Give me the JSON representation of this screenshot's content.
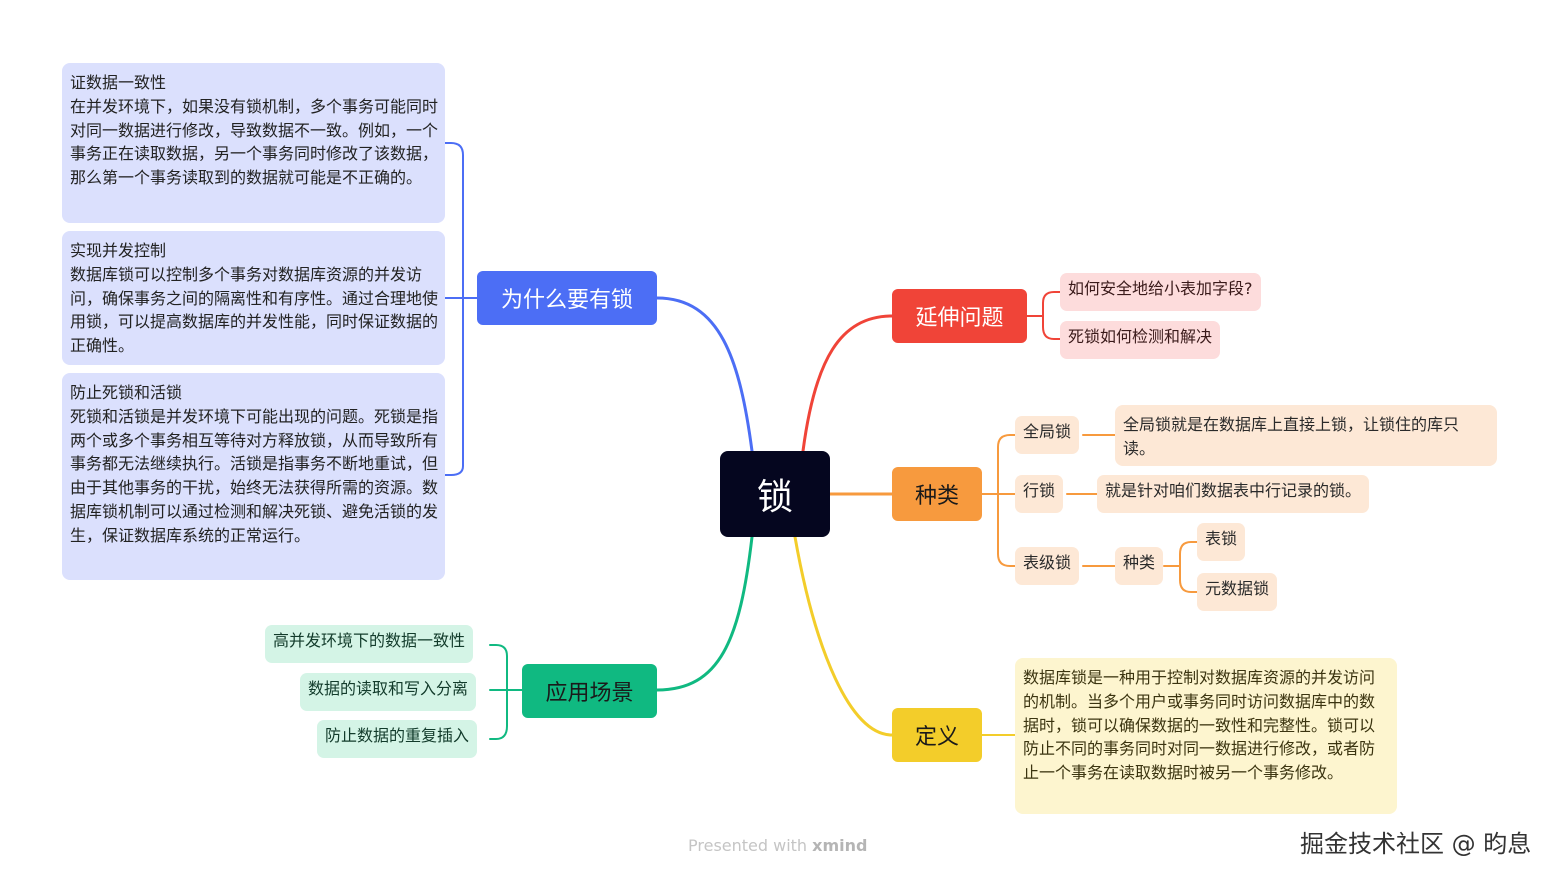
{
  "center": "锁",
  "colors": {
    "blue": "#4c6ef5",
    "red": "#f04438",
    "orange": "#f79a3e",
    "yellow": "#f3cd2a",
    "green": "#10b981",
    "center": "#05061f"
  },
  "why": {
    "title": "为什么要有锁",
    "items": [
      {
        "title": "证数据一致性",
        "body": "在并发环境下，如果没有锁机制，多个事务可能同时对同一数据进行修改，导致数据不一致。例如，一个事务正在读取数据，另一个事务同时修改了该数据，那么第一个事务读取到的数据就可能是不正确的。"
      },
      {
        "title": "实现并发控制",
        "body": "数据库锁可以控制多个事务对数据库资源的并发访问，确保事务之间的隔离性和有序性。通过合理地使用锁，可以提高数据库的并发性能，同时保证数据的正确性。"
      },
      {
        "title": "防止死锁和活锁",
        "body": "死锁和活锁是并发环境下可能出现的问题。死锁是指两个或多个事务相互等待对方释放锁，从而导致所有事务都无法继续执行。活锁是指事务不断地重试，但由于其他事务的干扰，始终无法获得所需的资源。数据库锁机制可以通过检测和解决死锁、避免活锁的发生，保证数据库系统的正常运行。"
      }
    ]
  },
  "scenarios": {
    "title": "应用场景",
    "items": [
      "高并发环境下的数据一致性",
      "数据的读取和写入分离",
      "防止数据的重复插入"
    ]
  },
  "extension": {
    "title": "延伸问题",
    "items": [
      "如何安全地给小表加字段?",
      "死锁如何检测和解决"
    ]
  },
  "types": {
    "title": "种类",
    "global": {
      "label": "全局锁",
      "desc": "全局锁就是在数据库上直接上锁，让锁住的库只读。"
    },
    "row": {
      "label": "行锁",
      "desc": "就是针对咱们数据表中行记录的锁。"
    },
    "table": {
      "label": "表级锁",
      "sub": "种类",
      "items": [
        "表锁",
        "元数据锁"
      ]
    }
  },
  "definition": {
    "title": "定义",
    "text": "数据库锁是一种用于控制对数据库资源的并发访问的机制。当多个用户或事务同时访问数据库中的数据时，锁可以确保数据的一致性和完整性。锁可以防止不同的事务同时对同一数据进行修改，或者防止一个事务在读取数据时被另一个事务修改。"
  },
  "footer": {
    "prefix": "Presented with",
    "brand": "xmind"
  },
  "watermark": "掘金技术社区 @ 昀息"
}
